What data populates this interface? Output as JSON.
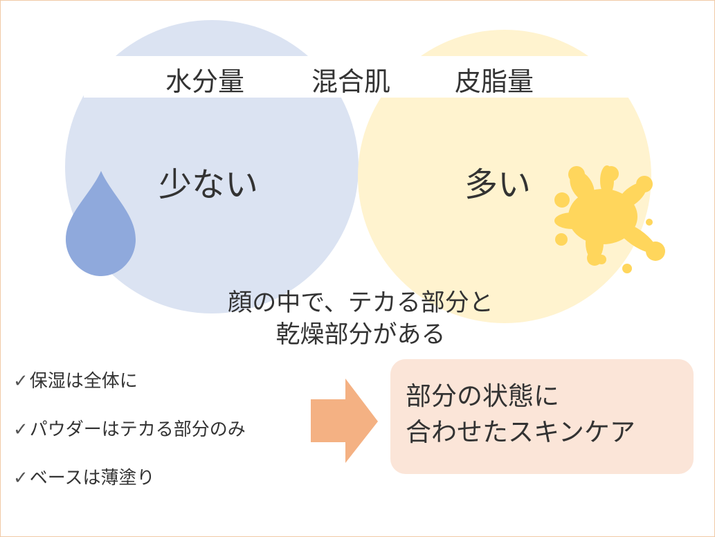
{
  "headers": {
    "water": "水分量",
    "mixed": "混合肌",
    "oil": "皮脂量"
  },
  "values": {
    "water": "少ない",
    "oil": "多い"
  },
  "description": {
    "line1": "顔の中で、テカる部分と",
    "line2": "乾燥部分がある"
  },
  "checklist": [
    {
      "mark": "✓",
      "text": "保湿は全体に"
    },
    {
      "mark": "✓",
      "text": "パウダーはテカる部分のみ"
    },
    {
      "mark": "✓",
      "text": "ベースは薄塗り"
    }
  ],
  "result": {
    "line1": "部分の状態に",
    "line2": "合わせたスキンケア"
  },
  "colors": {
    "water_circle": "#dbe3f2",
    "oil_circle": "#fff3cf",
    "droplet": "#8fa9dc",
    "splash": "#ffd65c",
    "arrow": "#f4b183",
    "result_box": "#fbe5d8",
    "frame_border": "#f0c9a6"
  },
  "icons": {
    "water": "water-droplet-icon",
    "oil": "oil-splash-icon",
    "arrow": "right-arrow-icon"
  }
}
